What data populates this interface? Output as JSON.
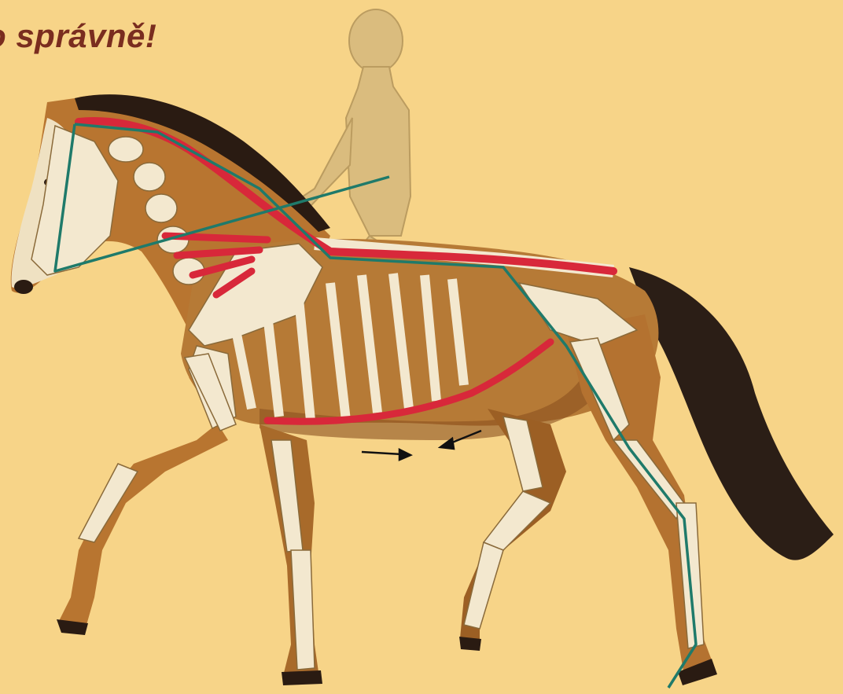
{
  "heading": {
    "text": "o správně!"
  },
  "colors": {
    "background": "#f7d488",
    "heading": "#7a2d1f",
    "muscle_line": "#d8283a",
    "axis_line": "#1f7a6a",
    "horse_coat": "#b8762c",
    "horse_dark": "#2a1a12",
    "bone": "#f4ead2",
    "rider": "#d8b87a",
    "arrow": "#111111"
  },
  "figure": {
    "subject": "horse-with-rider-anatomy",
    "annotations": [
      "muscle-chain-red",
      "skeletal-axis-green",
      "force-arrows"
    ]
  }
}
